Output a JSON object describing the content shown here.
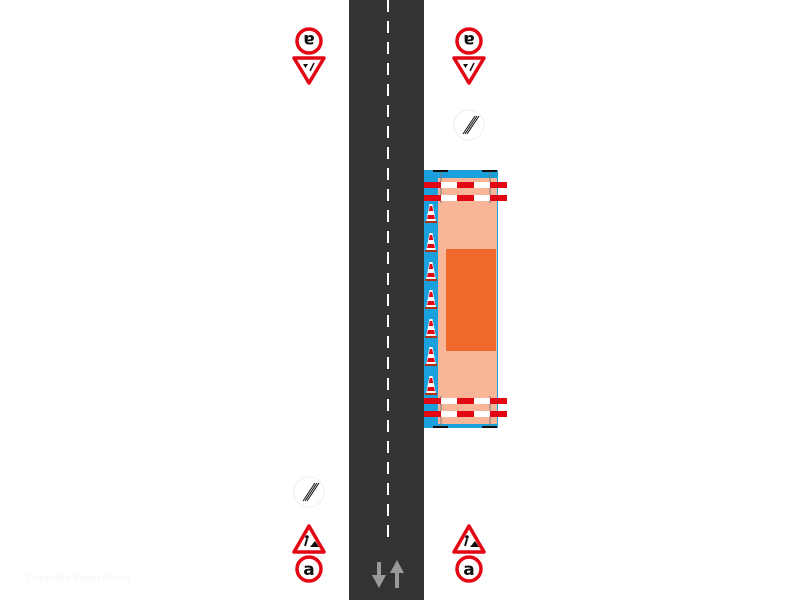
{
  "diagram": {
    "sign_letter": "a",
    "watermark": "Copyright Visser Assen",
    "colors": {
      "road": "#333333",
      "work_strip": "#1aa0dc",
      "work_zone": "#f9b598",
      "work_core": "#ee6a2a",
      "sign_red": "#e30613",
      "lane_marking": "#ffffff",
      "arrow": "#999999"
    },
    "icons": [
      "road-works-warning-sign",
      "distance-plate-a",
      "yield-sign",
      "end-of-restrictions-sign",
      "traffic-cone",
      "barrier",
      "two-way-arrows"
    ]
  }
}
